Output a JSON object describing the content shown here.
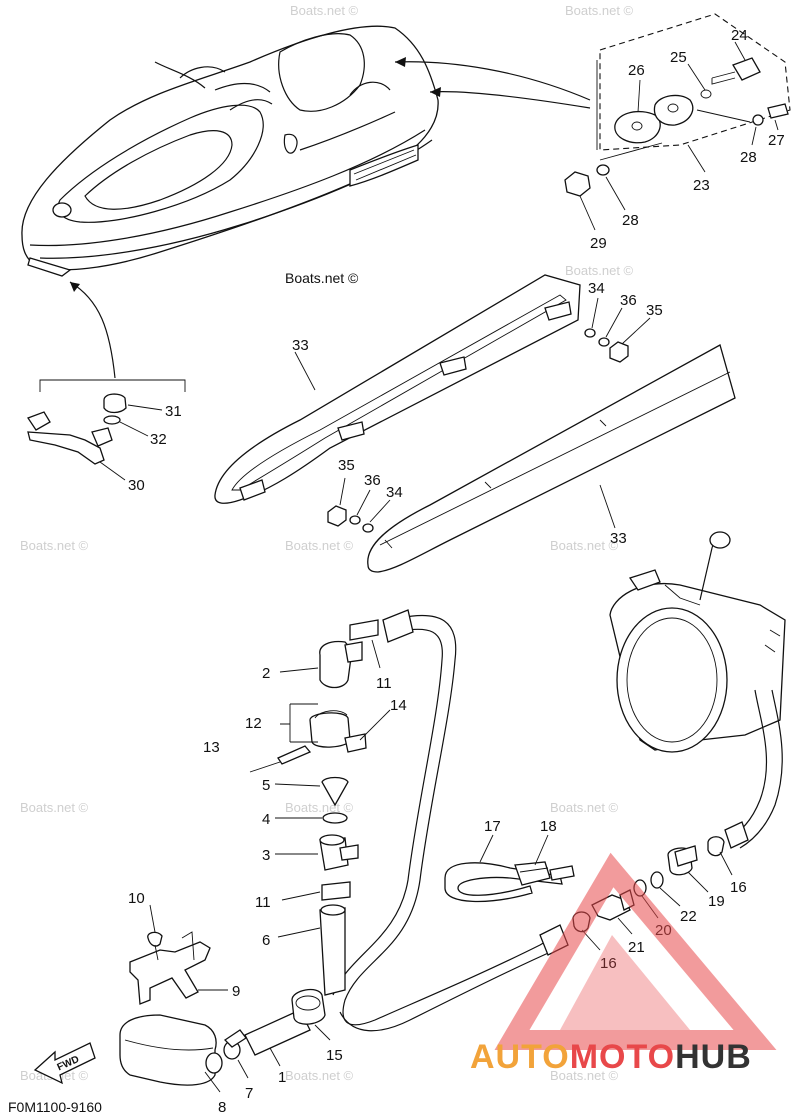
{
  "watermark_text": "Boats.net ©",
  "drawing_code": "F0M1100-9160",
  "fwd_label": "FWD",
  "brand": {
    "part1": "AUTO",
    "part2": "MOTO",
    "part3": "HUB",
    "color_orange": "#f2a33a",
    "color_red": "#e8484a",
    "color_dark": "#333333"
  },
  "callouts": {
    "c1": "1",
    "c2": "2",
    "c3": "3",
    "c4": "4",
    "c5": "5",
    "c6": "6",
    "c7": "7",
    "c8": "8",
    "c9": "9",
    "c10": "10",
    "c11a": "11",
    "c11b": "11",
    "c12": "12",
    "c13": "13",
    "c14": "14",
    "c15": "15",
    "c16a": "16",
    "c16b": "16",
    "c17": "17",
    "c18": "18",
    "c19": "19",
    "c20": "20",
    "c21": "21",
    "c22": "22",
    "c23": "23",
    "c24": "24",
    "c25": "25",
    "c26": "26",
    "c27": "27",
    "c28a": "28",
    "c28b": "28",
    "c29": "29",
    "c30": "30",
    "c31": "31",
    "c32": "32",
    "c33a": "33",
    "c33b": "33",
    "c34a": "34",
    "c34b": "34",
    "c35a": "35",
    "c35b": "35",
    "c36a": "36",
    "c36b": "36"
  }
}
